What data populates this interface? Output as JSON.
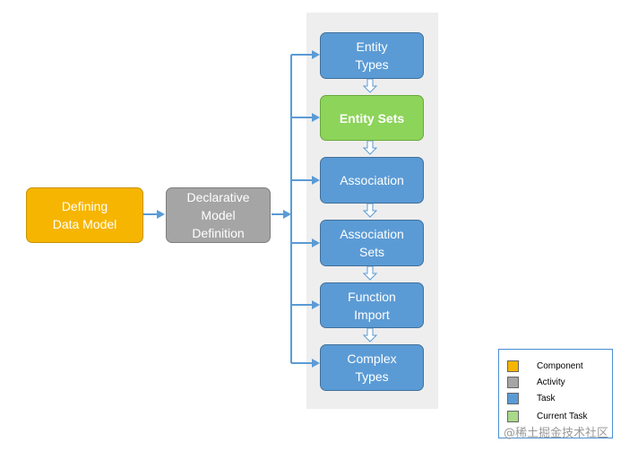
{
  "nodes": {
    "defining": "Defining\nData Model",
    "declarative": "Declarative\nModel\nDefinition",
    "entity_types": "Entity\nTypes",
    "entity_sets": "Entity Sets",
    "association": "Association",
    "association_sets": "Association\nSets",
    "function_import": "Function\nImport",
    "complex_types": "Complex\nTypes"
  },
  "legend": {
    "items": [
      {
        "label": "Component",
        "color": "#f6b500"
      },
      {
        "label": "Activity",
        "color": "#a5a5a5"
      },
      {
        "label": "Task",
        "color": "#5b9bd5"
      },
      {
        "label": "Current  Task",
        "color": "#a9d98a"
      }
    ]
  },
  "watermark": "@稀土掘金技术社区"
}
